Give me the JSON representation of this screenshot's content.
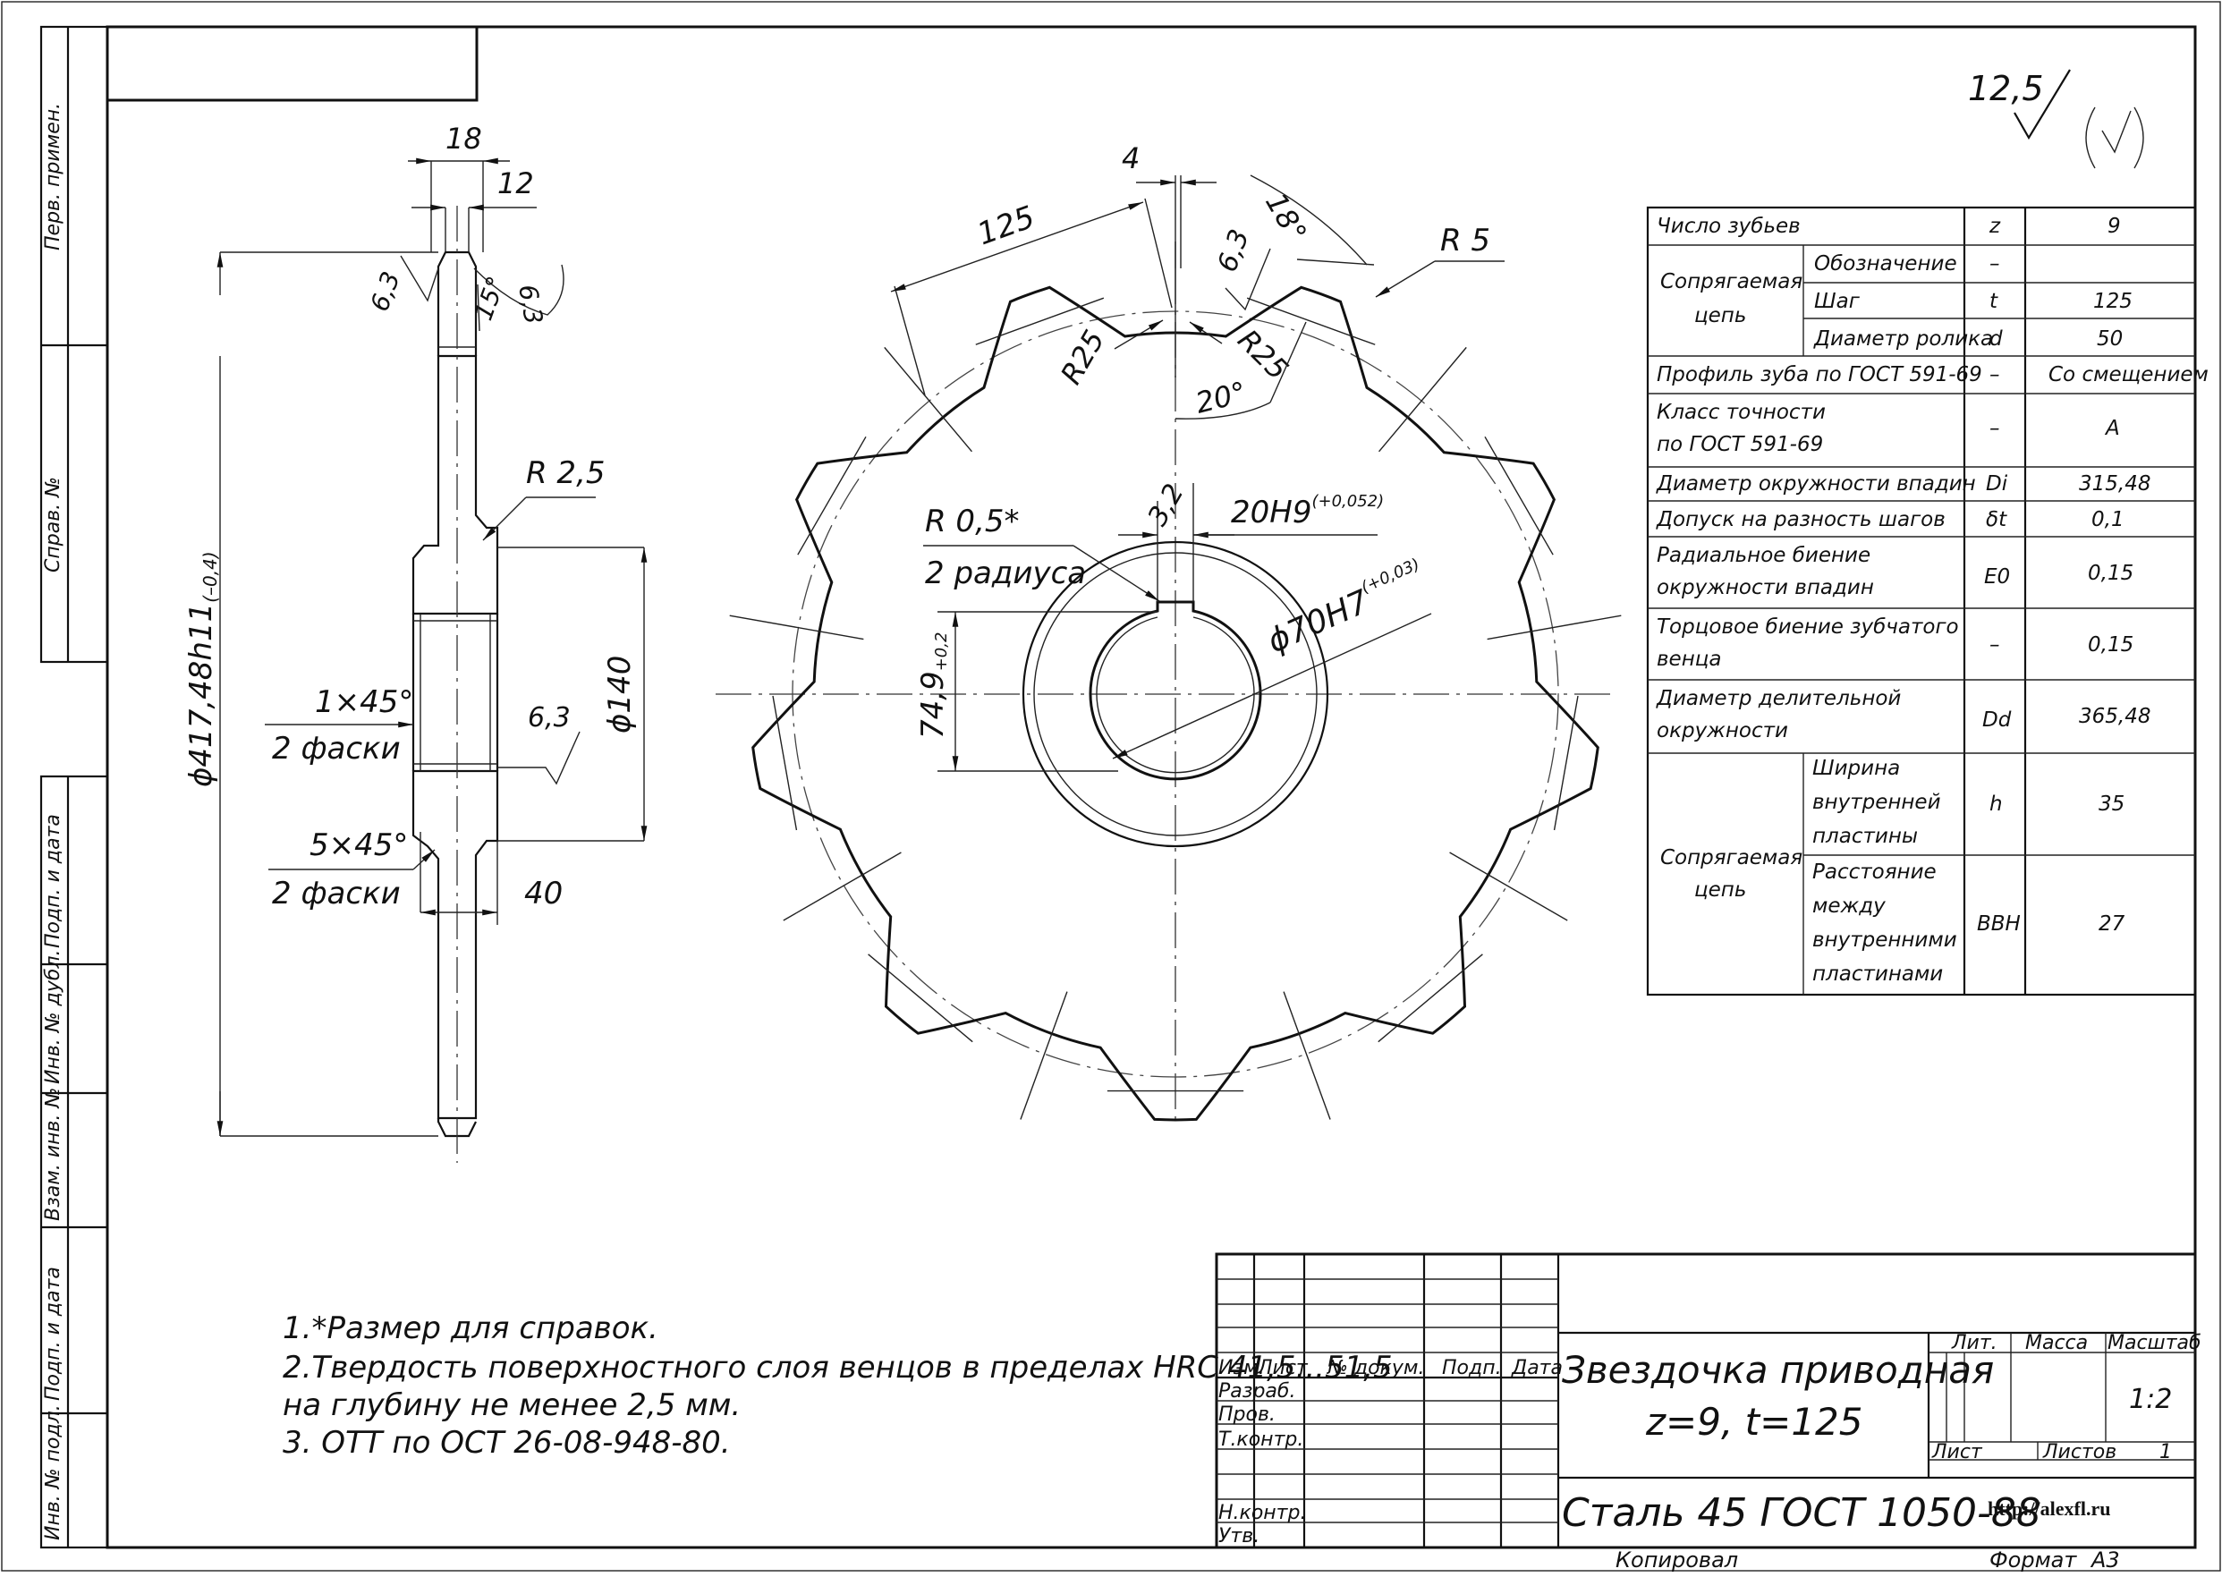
{
  "side_strip": {
    "perv_primen": "Перв. примен.",
    "sprav_no": "Справ. №",
    "podp_data_1": "Подп. и дата",
    "inv_dubl": "Инв. № дубл.",
    "vzam_inv": "Взам. инв. №",
    "podp_data_2": "Подп. и дата",
    "inv_podl": "Инв. № подл."
  },
  "roughness": {
    "value": "12,5"
  },
  "side_view": {
    "dim_18": "18",
    "dim_12": "12",
    "dim_63_top": "6,3",
    "dim_63_right": "6,3",
    "dim_15deg": "15°",
    "dim_r25": "R 2,5",
    "dim_diam_outer": "ϕ417,48h11",
    "dim_diam_outer_tol": "(–0,4)",
    "dim_diam_140": "ϕ140",
    "chamfer_1": "1×45°",
    "chamfer_1_note": "2 фаски",
    "dim_63_bore": "6,3",
    "chamfer_5": "5×45°",
    "chamfer_5_note": "2 фаски",
    "dim_40": "40"
  },
  "front_view": {
    "dim_4": "4",
    "dim_125": "125",
    "dim_18deg": "18°",
    "dim_63": "6,3",
    "dim_r5": "R 5",
    "dim_r25_left": "R25",
    "dim_r25_right": "R25",
    "dim_20deg": "20°",
    "dim_32": "3,2",
    "dim_key": "20H9",
    "dim_key_tol": "(+0,052)",
    "dim_r05": "R 0,5*",
    "dim_r05_note": "2 радиуса",
    "dim_bore": "ϕ70H7",
    "dim_bore_tol": "(+0,03)",
    "dim_749": "74,9",
    "dim_749_tol": "+0,2"
  },
  "param_table": {
    "rows": [
      {
        "label": "Число зубьев",
        "sym": "z",
        "val": "9"
      },
      {
        "group": "Сопрягаемая цепь",
        "label": "Обозначение",
        "sym": "–",
        "val": ""
      },
      {
        "label": "Шаг",
        "sym": "t",
        "val": "125"
      },
      {
        "label": "Диаметр ролика",
        "sym": "d",
        "val": "50"
      },
      {
        "label": "Профиль зуба по ГОСТ 591-69",
        "sym": "–",
        "val": "Со смещением"
      },
      {
        "label": "Класс точности",
        "label2": "по ГОСТ 591-69",
        "sym": "–",
        "val": "A"
      },
      {
        "label": "Диаметр окружности впадин",
        "sym": "Di",
        "val": "315,48"
      },
      {
        "label": "Допуск на разность шагов",
        "sym": "δt",
        "val": "0,1"
      },
      {
        "label": "Радиальное биение",
        "label2": "окружности впадин",
        "sym": "E0",
        "val": "0,15"
      },
      {
        "label": "Торцовое биение зубчатого",
        "label2": "венца",
        "sym": "–",
        "val": "0,15"
      },
      {
        "label": "Диаметр делительной",
        "label2": "окружности",
        "sym": "Dd",
        "val": "365,48"
      },
      {
        "group": "Сопрягаемая цепь",
        "label": "Ширина",
        "label2": "внутренней",
        "label3": "пластины",
        "sym": "h",
        "val": "35"
      },
      {
        "label": "Расстояние",
        "label2": "между",
        "label3": "внутренними",
        "label4": "пластинами",
        "sym": "BBH",
        "val": "27"
      }
    ],
    "group_label_line1": "Сопрягаемая",
    "group_label_line2": "цепь"
  },
  "notes": [
    "1.*Размер для справок.",
    "2.Твердость поверхностного слоя венцов в пределах HRC 41,5...51,5",
    "на глубину не менее 2,5 мм.",
    "3. ОТТ по ОСТ 26-08-948-80."
  ],
  "title_block": {
    "name_line1": "Звездочка приводная",
    "name_line2": "z=9, t=125",
    "material": "Сталь 45 ГОСТ 1050-88",
    "izm": "Изм.",
    "list": "Лист",
    "n_dokum": "№ докум.",
    "podp": "Подп.",
    "data": "Дата",
    "razrab": "Разраб.",
    "prov": "Пров.",
    "tkontr": "Т.контр.",
    "nkontr": "Н.контр.",
    "utv": "Утв.",
    "lit": "Лит.",
    "massa": "Масса",
    "masshtab": "Масштаб",
    "scale": "1:2",
    "list2": "Лист",
    "listov": "Листов",
    "listov_val": "1",
    "site": "http://alexfl.ru",
    "kopiroval": "Копировал",
    "format": "Формат",
    "format_val": "А3"
  }
}
